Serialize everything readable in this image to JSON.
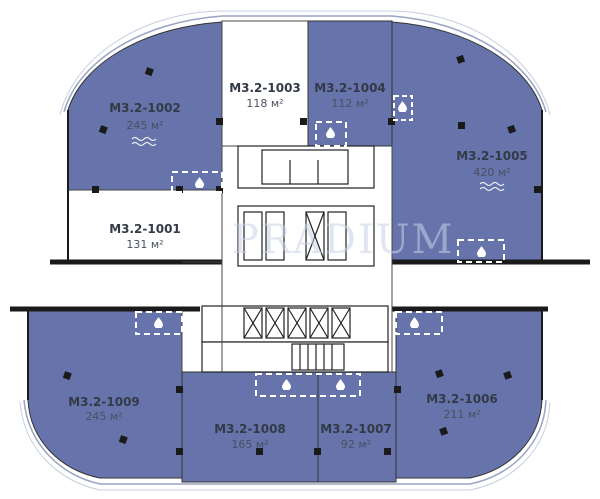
{
  "colors": {
    "available": "#6674ab",
    "unavailable": "#ffffff",
    "core": "#ffffff",
    "wall": "#1a1a1a",
    "glass": "#9aa3c4"
  },
  "watermark": {
    "brand": "PRADIUM",
    "tagline": ""
  },
  "area_unit": "м²",
  "rooms": [
    {
      "id": "1001",
      "code": "М3.2-1001",
      "area": "131 м²",
      "available": false
    },
    {
      "id": "1002",
      "code": "М3.2-1002",
      "area": "245 м²",
      "available": true,
      "wet": true
    },
    {
      "id": "1003",
      "code": "М3.2-1003",
      "area": "118 м²",
      "available": false
    },
    {
      "id": "1004",
      "code": "М3.2-1004",
      "area": "112 м²",
      "available": true
    },
    {
      "id": "1005",
      "code": "М3.2-1005",
      "area": "420 м²",
      "available": true,
      "wet": true
    },
    {
      "id": "1006",
      "code": "М3.2-1006",
      "area": "211 м²",
      "available": true
    },
    {
      "id": "1007",
      "code": "М3.2-1007",
      "area": "92 м²",
      "available": true
    },
    {
      "id": "1008",
      "code": "М3.2-1008",
      "area": "165 м²",
      "available": true
    },
    {
      "id": "1009",
      "code": "М3.2-1009",
      "area": "245 м²",
      "available": true
    }
  ],
  "icons": {
    "plumbing": "water-drop-icon",
    "wet_zone": "wave-icon",
    "column": "column-icon"
  }
}
